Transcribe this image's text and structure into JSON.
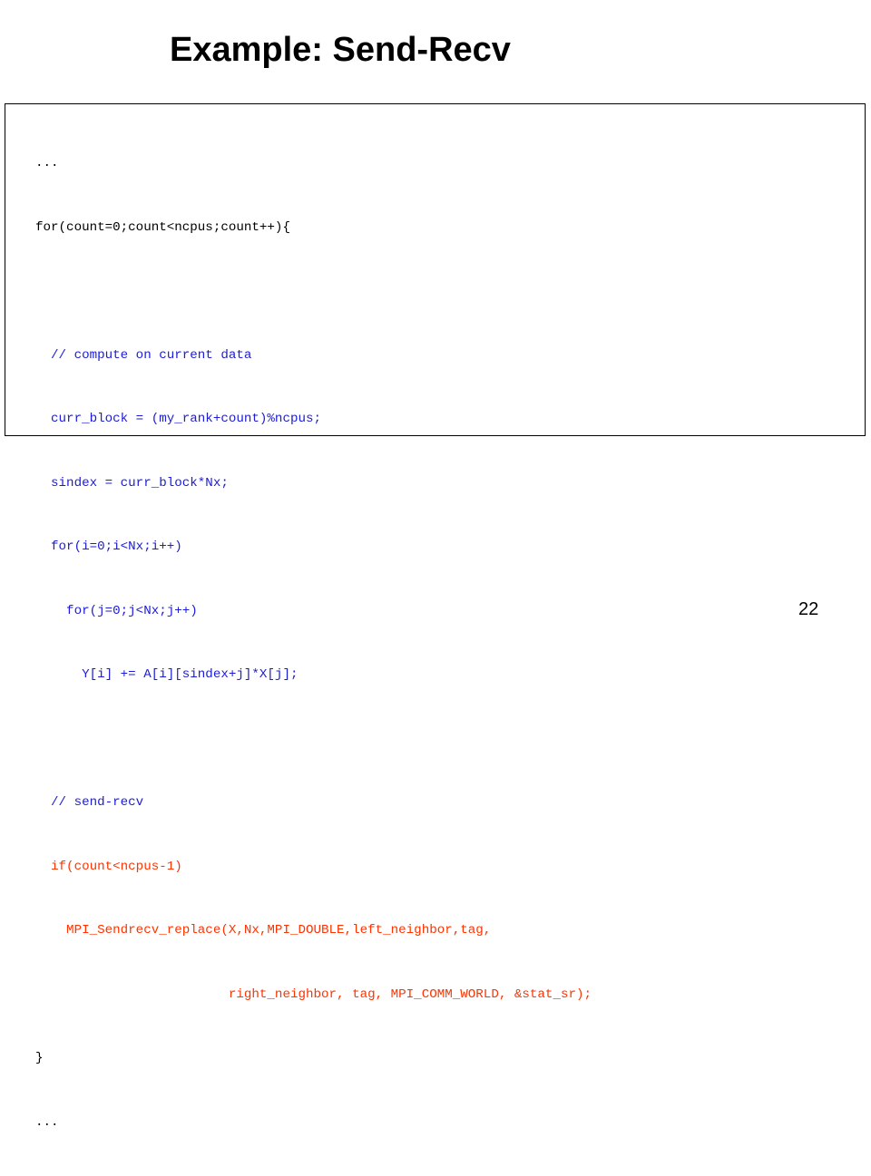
{
  "slide": {
    "title": "Example: Send-Recv",
    "page_number": "22"
  },
  "code": {
    "colors": {
      "normal": "#000000",
      "compute": "#1c1cd6",
      "communication": "#ff3300"
    },
    "lines": [
      {
        "text": "...",
        "style": "normal"
      },
      {
        "text": "for(count=0;count<ncpus;count++){",
        "style": "normal"
      },
      {
        "text": "",
        "style": "normal"
      },
      {
        "text": "  // compute on current data",
        "style": "compute"
      },
      {
        "text": "  curr_block = (my_rank+count)%ncpus;",
        "style": "compute"
      },
      {
        "text": "  sindex = curr_block*Nx;",
        "style": "compute"
      },
      {
        "text": "  for(i=0;i<Nx;i++)",
        "style": "compute"
      },
      {
        "text": "    for(j=0;j<Nx;j++)",
        "style": "compute"
      },
      {
        "text": "      Y[i] += A[i][sindex+j]*X[j];",
        "style": "compute"
      },
      {
        "text": "",
        "style": "normal"
      },
      {
        "text": "  // send-recv",
        "style": "compute"
      },
      {
        "text": "  if(count<ncpus-1)",
        "style": "communication"
      },
      {
        "text": "    MPI_Sendrecv_replace(X,Nx,MPI_DOUBLE,left_neighbor,tag,",
        "style": "communication"
      },
      {
        "text": "                         right_neighbor, tag, MPI_COMM_WORLD, &stat_sr);",
        "style": "communication"
      },
      {
        "text": "}",
        "style": "normal"
      },
      {
        "text": "...",
        "style": "normal"
      }
    ]
  }
}
